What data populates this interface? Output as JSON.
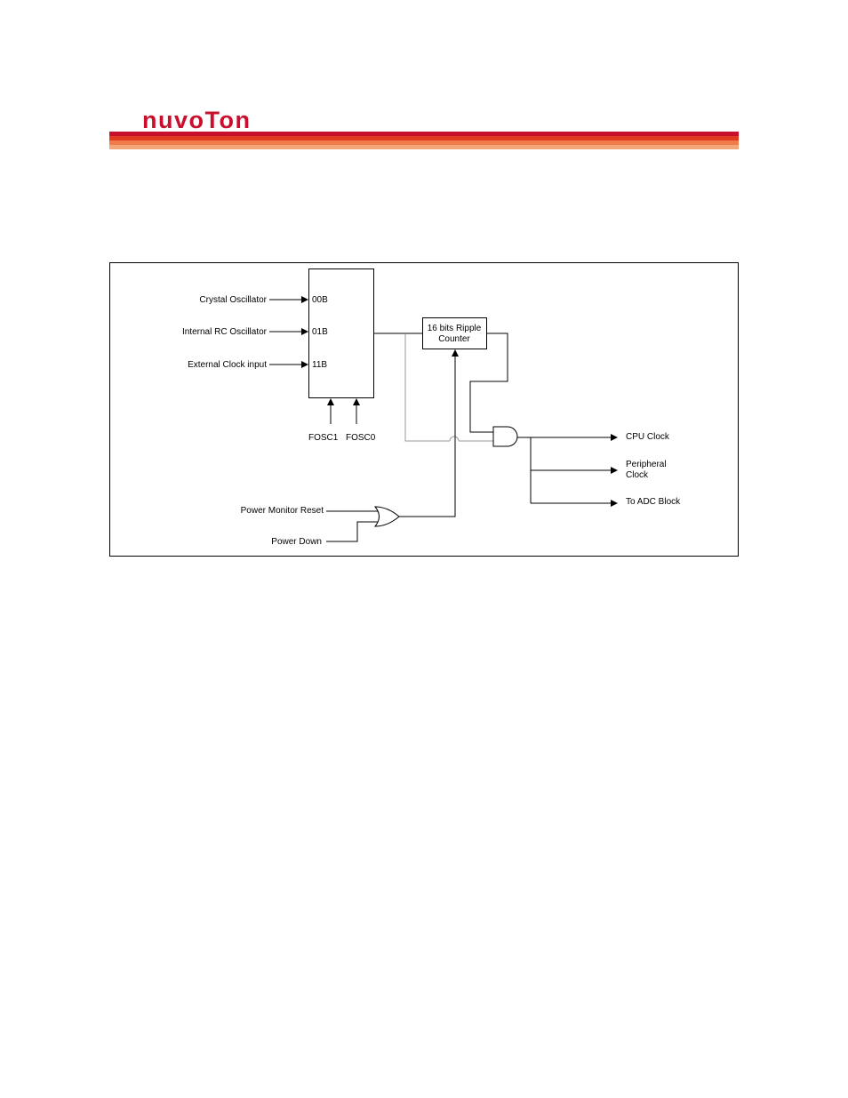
{
  "header": {
    "brand": "nuvoTon",
    "band_colors": [
      "#c8102e",
      "#e03a1e",
      "#f07a4a",
      "#f5a57a"
    ]
  },
  "diagram": {
    "inputs": {
      "crystal": "Crystal Oscillator",
      "internal_rc": "Internal RC Oscillator",
      "external": "External Clock input"
    },
    "mux": {
      "port0": "00B",
      "port1": "01B",
      "port2": "11B",
      "sel1": "FOSC1",
      "sel0": "FOSC0"
    },
    "counter": {
      "line1": "16 bits Ripple",
      "line2": "Counter"
    },
    "outputs": {
      "cpu": "CPU Clock",
      "peripheral_line1": "Peripheral",
      "peripheral_line2": "Clock",
      "adc": "To ADC Block"
    },
    "or_inputs": {
      "pmr": "Power Monitor Reset",
      "pd": "Power Down"
    }
  }
}
